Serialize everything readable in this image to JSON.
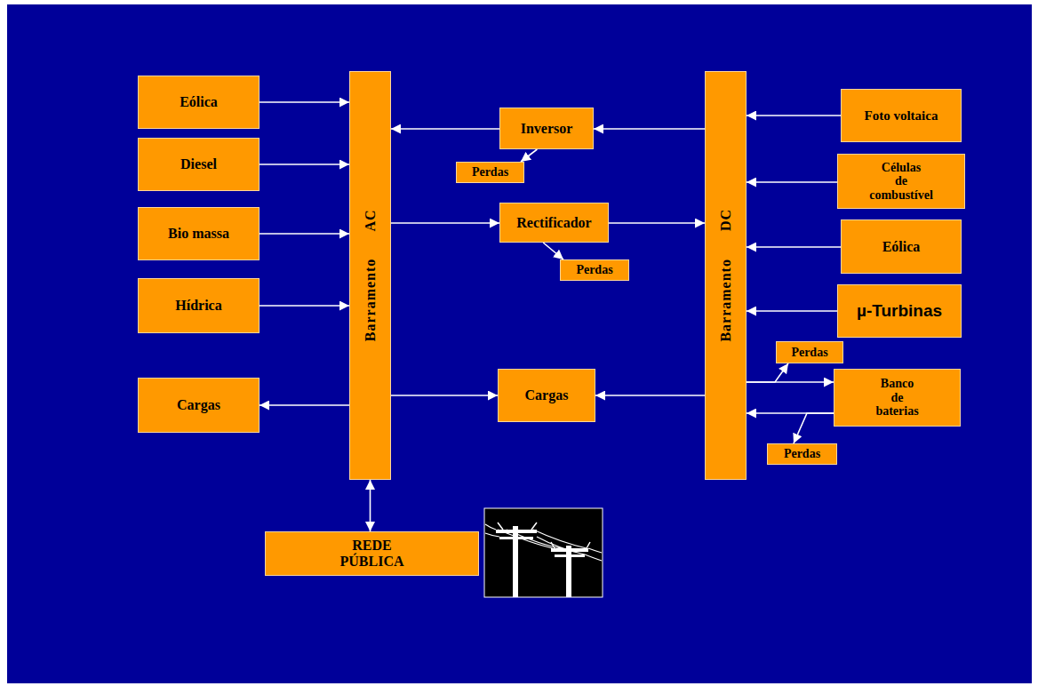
{
  "diagram": {
    "nodes": [
      {
        "text": [
          "Eólica"
        ]
      },
      {
        "text": [
          "Diesel"
        ]
      },
      {
        "text": [
          "Bio massa"
        ]
      },
      {
        "text": [
          "Hídrica"
        ]
      },
      {
        "text": [
          "Cargas"
        ]
      },
      {
        "text": [
          "Barramento AC"
        ]
      },
      {
        "text": [
          "Inversor"
        ]
      },
      {
        "text": [
          "Perdas"
        ]
      },
      {
        "text": [
          "Rectificador"
        ]
      },
      {
        "text": [
          "Perdas"
        ]
      },
      {
        "text": [
          "Cargas"
        ]
      },
      {
        "text": [
          "Barramento DC"
        ]
      },
      {
        "text": [
          "Foto voltaica"
        ]
      },
      {
        "text": [
          "Células de combustível"
        ]
      },
      {
        "text": [
          "Eólica"
        ]
      },
      {
        "text": [
          "µ-Turbinas"
        ]
      },
      {
        "text": [
          "Perdas"
        ]
      },
      {
        "text": [
          "Banco de baterias"
        ]
      },
      {
        "text": [
          "Perdas"
        ]
      },
      {
        "text": [
          "REDE PÚBLICA"
        ]
      }
    ],
    "edges": [
      {
        "from": 0,
        "to": 5,
        "arrow": "to"
      },
      {
        "from": 1,
        "to": 5,
        "arrow": "to"
      },
      {
        "from": 2,
        "to": 5,
        "arrow": "to"
      },
      {
        "from": 3,
        "to": 5,
        "arrow": "to"
      },
      {
        "from": 5,
        "to": 4,
        "arrow": "to"
      },
      {
        "from": 11,
        "to": 6,
        "arrow": "to"
      },
      {
        "from": 6,
        "to": 5,
        "arrow": "to"
      },
      {
        "from": 6,
        "to": 7,
        "arrow": "to"
      },
      {
        "from": 5,
        "to": 8,
        "arrow": "to"
      },
      {
        "from": 8,
        "to": 11,
        "arrow": "to"
      },
      {
        "from": 8,
        "to": 9,
        "arrow": "to"
      },
      {
        "from": 5,
        "to": 10,
        "arrow": "to"
      },
      {
        "from": 11,
        "to": 10,
        "arrow": "to"
      },
      {
        "from": 5,
        "to": 19,
        "arrow": "both"
      },
      {
        "from": 12,
        "to": 11,
        "arrow": "to"
      },
      {
        "from": 13,
        "to": 11,
        "arrow": "to"
      },
      {
        "from": 14,
        "to": 11,
        "arrow": "to"
      },
      {
        "from": 15,
        "to": 11,
        "arrow": "to"
      },
      {
        "from": 11,
        "to": 17,
        "arrow": "to"
      },
      {
        "from": 11,
        "to": 16,
        "arrow": "to"
      },
      {
        "from": 17,
        "to": 11,
        "arrow": "to"
      },
      {
        "from": 17,
        "to": 18,
        "arrow": "to"
      }
    ]
  }
}
